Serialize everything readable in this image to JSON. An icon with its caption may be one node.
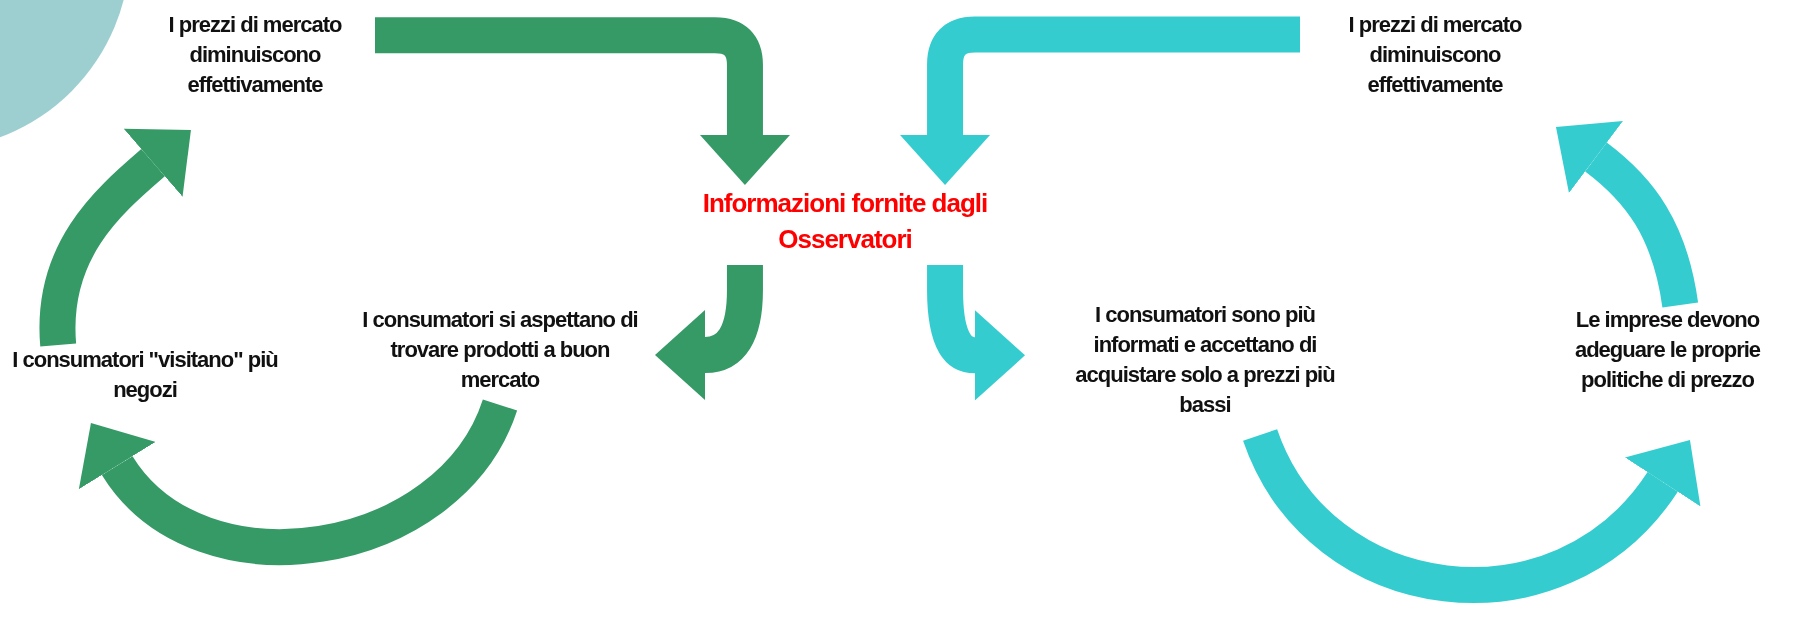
{
  "diagram": {
    "nodes": [
      {
        "text": [
          "Informazioni fornite dagli Osservatori"
        ]
      },
      {
        "text": [
          "I prezzi di mercato diminuiscono effettivamente"
        ]
      },
      {
        "text": [
          "I consumatori si aspettano di trovare prodotti a buon mercato"
        ]
      },
      {
        "text": [
          "I consumatori \"visitano\" più negozi"
        ]
      },
      {
        "text": [
          "I consumatori sono più informati e accettano di acquistare solo a prezzi più bassi"
        ]
      },
      {
        "text": [
          "Le imprese devono adeguare le proprie politiche di prezzo"
        ]
      },
      {
        "text": [
          "I prezzi di mercato diminuiscono effettivamente"
        ]
      }
    ],
    "edges": [
      {
        "from": 1,
        "to": 0,
        "arrow": "to",
        "color": "#359a66"
      },
      {
        "from": 6,
        "to": 0,
        "arrow": "to",
        "color": "#35cccf"
      },
      {
        "from": 0,
        "to": 2,
        "arrow": "to",
        "color": "#359a66"
      },
      {
        "from": 0,
        "to": 4,
        "arrow": "to",
        "color": "#35cccf"
      },
      {
        "from": 2,
        "to": 3,
        "arrow": "to",
        "color": "#359a66"
      },
      {
        "from": 3,
        "to": 1,
        "arrow": "to",
        "color": "#359a66"
      },
      {
        "from": 4,
        "to": 5,
        "arrow": "to",
        "color": "#35cccf"
      },
      {
        "from": 5,
        "to": 6,
        "arrow": "to",
        "color": "#35cccf"
      }
    ]
  }
}
